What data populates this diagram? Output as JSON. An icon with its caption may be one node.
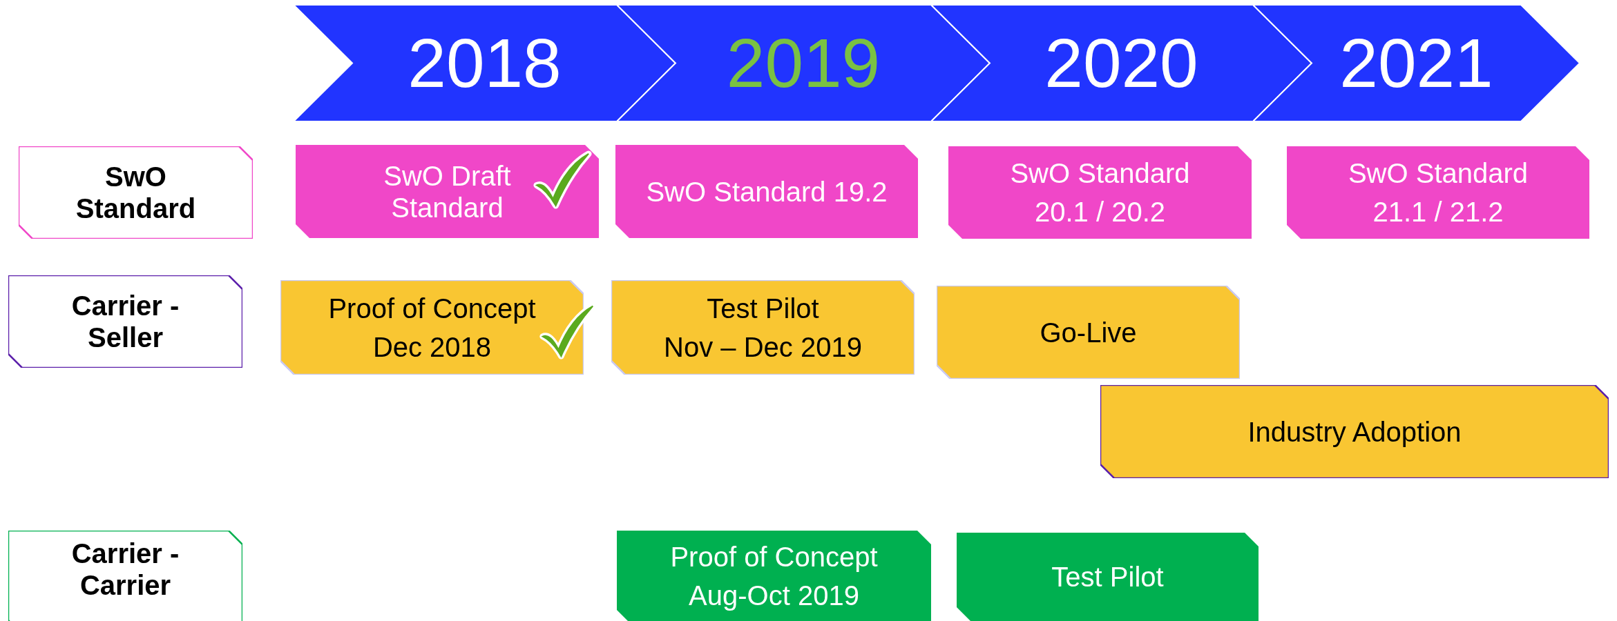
{
  "diagram": {
    "nodes": [
      {
        "text": [
          "2018"
        ]
      },
      {
        "text": [
          "2019"
        ]
      },
      {
        "text": [
          "2020"
        ]
      },
      {
        "text": [
          "2021"
        ]
      },
      {
        "text": [
          "SwO Standard"
        ]
      },
      {
        "text": [
          "SwO Draft Standard"
        ]
      },
      {
        "text": [
          "SwO Standard 19.2"
        ]
      },
      {
        "text": [
          "SwO Standard",
          "20.1 / 20.2"
        ]
      },
      {
        "text": [
          "SwO Standard",
          "21.1 / 21.2"
        ]
      },
      {
        "text": [
          "Carrier - Seller"
        ]
      },
      {
        "text": [
          "Proof of Concept",
          "Dec 2018"
        ]
      },
      {
        "text": [
          "Test Pilot",
          "Nov – Dec 2019"
        ]
      },
      {
        "text": [
          "Go-Live"
        ]
      },
      {
        "text": [
          "Industry Adoption"
        ]
      },
      {
        "text": [
          "Carrier - Carrier"
        ]
      },
      {
        "text": [
          "Proof of Concept",
          "Aug-Oct 2019"
        ]
      },
      {
        "text": [
          "Test Pilot"
        ]
      }
    ]
  }
}
